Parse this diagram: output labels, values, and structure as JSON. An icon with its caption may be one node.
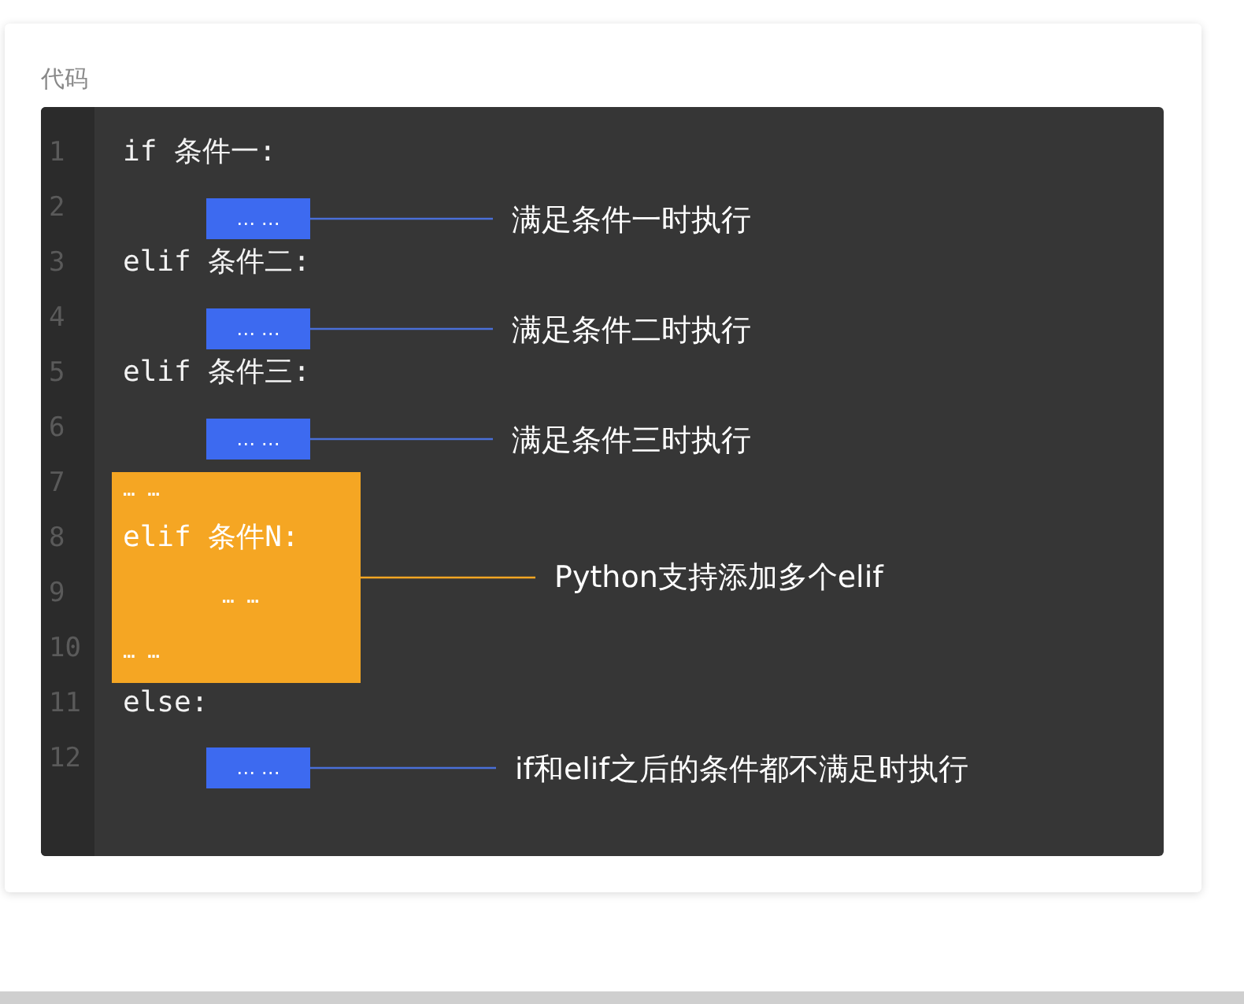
{
  "diagram": {
    "nodes": [
      {
        "text": [
          "… …"
        ]
      },
      {
        "text": [
          "满足条件一时执行"
        ]
      },
      {
        "text": [
          "… …"
        ]
      },
      {
        "text": [
          "满足条件二时执行"
        ]
      },
      {
        "text": [
          "… …"
        ]
      },
      {
        "text": [
          "满足条件三时执行"
        ]
      },
      {
        "text": [
          "… …",
          "elif 条件N:",
          "… …",
          "… …"
        ]
      },
      {
        "text": [
          "Python支持添加多个elif"
        ]
      },
      {
        "text": [
          "… …"
        ]
      },
      {
        "text": [
          "if和elif之后的条件都不满足时执行"
        ]
      }
    ],
    "edges": [
      {
        "from": 0,
        "to": 1,
        "arrow": "none"
      },
      {
        "from": 2,
        "to": 3,
        "arrow": "none"
      },
      {
        "from": 4,
        "to": 5,
        "arrow": "none"
      },
      {
        "from": 6,
        "to": 7,
        "arrow": "none",
        "color": "#f5a623"
      },
      {
        "from": 8,
        "to": 9,
        "arrow": "none"
      }
    ],
    "labels": [
      "代码",
      "1",
      "if 条件一:",
      "2",
      "3",
      "elif 条件二:",
      "4",
      "5",
      "elif 条件三:",
      "6",
      "7",
      "8",
      "9",
      "10",
      "11",
      "else:",
      "12"
    ]
  }
}
